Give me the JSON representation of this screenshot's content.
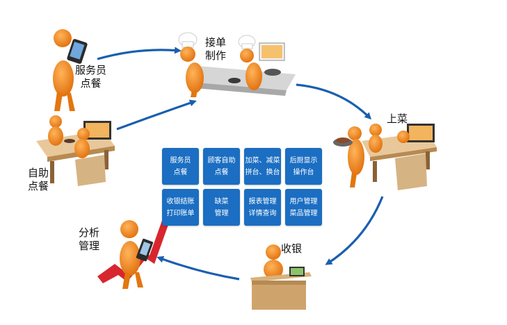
{
  "stages": {
    "waiter_order": {
      "line1": "服务员",
      "line2": "点餐"
    },
    "kitchen": {
      "line1": "接单",
      "line2": "制作"
    },
    "serve": {
      "line1": "上菜"
    },
    "self_order": {
      "line1": "自助",
      "line2": "点餐"
    },
    "checkout": {
      "line1": "收银"
    },
    "analysis": {
      "line1": "分析",
      "line2": "管理"
    }
  },
  "modules": [
    {
      "line1": "服务员",
      "line2": "点餐"
    },
    {
      "line1": "顾客自助",
      "line2": "点餐"
    },
    {
      "line1": "加菜、减菜",
      "line2": "拼台、换台"
    },
    {
      "line1": "后厨显示",
      "line2": "操作台"
    },
    {
      "line1": "收银结账",
      "line2": "打印账单"
    },
    {
      "line1": "缺菜",
      "line2": "管理"
    },
    {
      "line1": "报表管理",
      "line2": "详情查询"
    },
    {
      "line1": "用户管理",
      "line2": "菜品管理"
    }
  ],
  "colors": {
    "accent": "#1b6ec2",
    "figure": "#f08a1c",
    "desk": "#cfa46c",
    "arrow": "#1a5fae"
  }
}
